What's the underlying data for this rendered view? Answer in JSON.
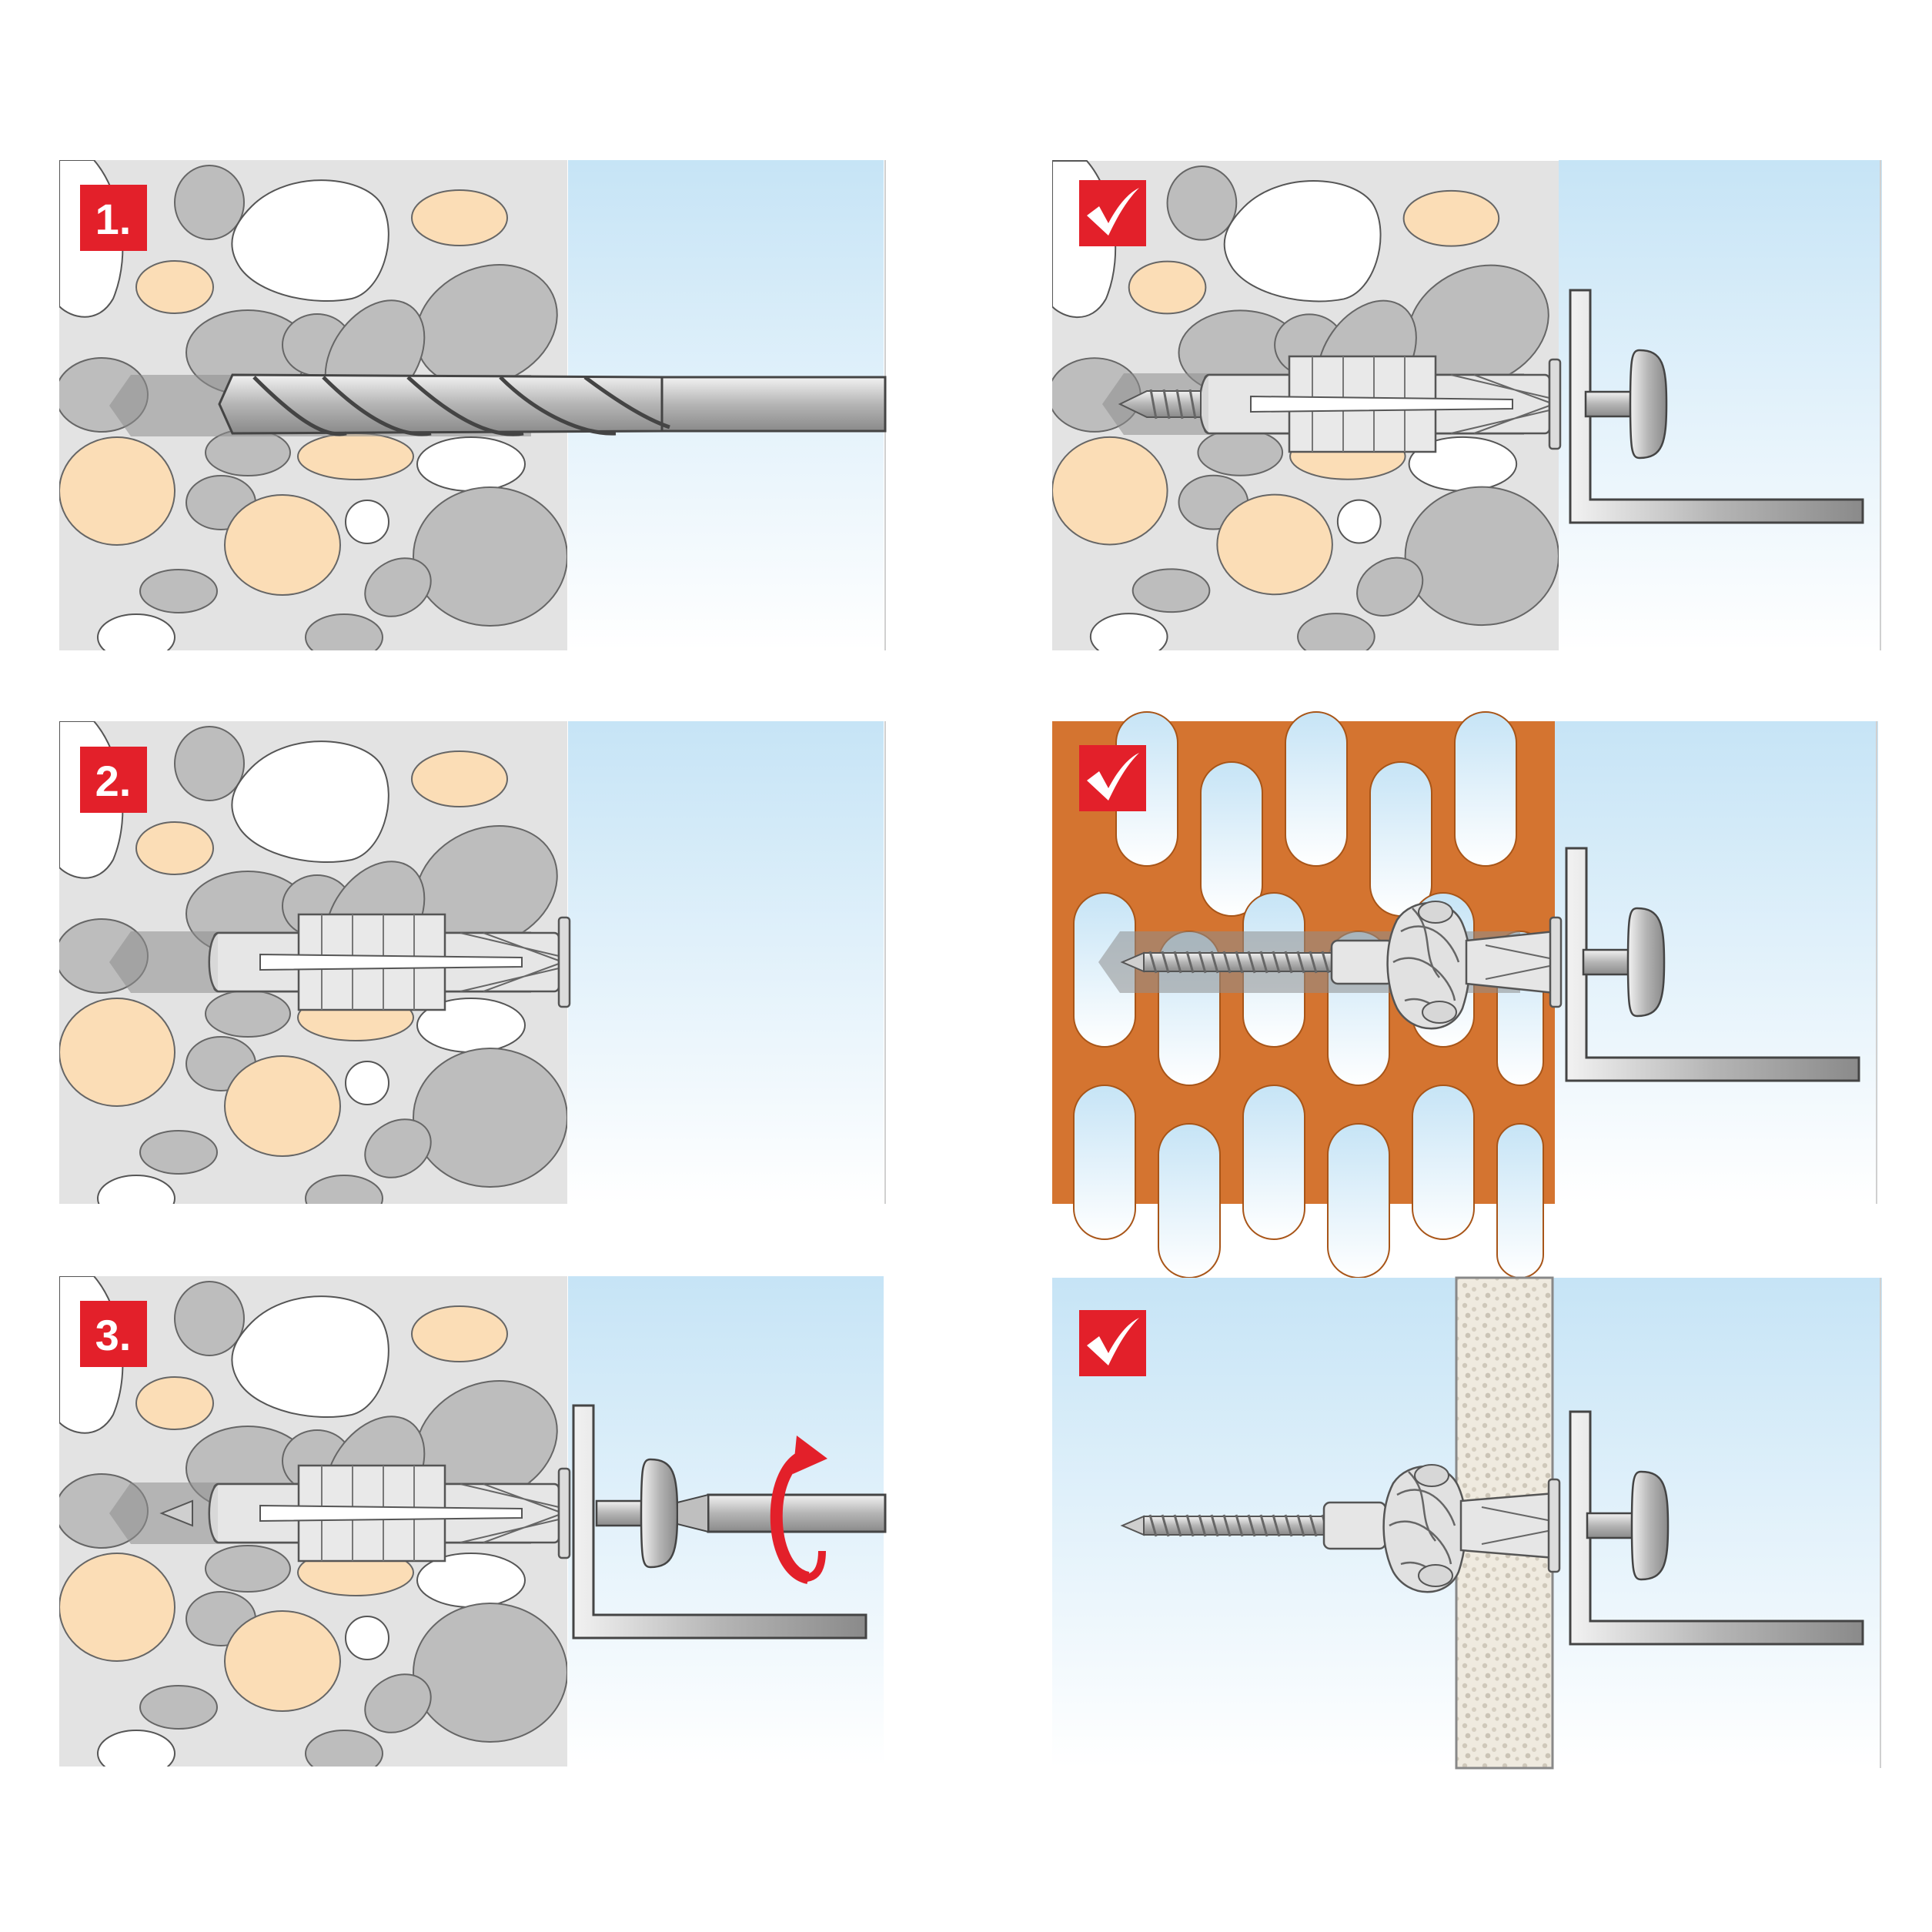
{
  "colors": {
    "badge_red": "#e3202a",
    "concrete": "#e3e3e3",
    "stone_grey": "#bebebe",
    "stone_tan": "#fbddb6",
    "stone_white": "#ffffff",
    "sky_top": "#c9e6f7",
    "sky_bottom": "#ffffff",
    "brick_orange": "#d47430",
    "metal": "#cfcfcf",
    "outline": "#4a4a4a"
  },
  "steps": [
    {
      "badge": "1.",
      "action": "drill"
    },
    {
      "badge": "2.",
      "action": "insert-plug"
    },
    {
      "badge": "3.",
      "action": "drive-screw"
    }
  ],
  "results": [
    {
      "badge_icon": "checkmark-icon",
      "material": "solid-stone"
    },
    {
      "badge_icon": "checkmark-icon",
      "material": "perforated-brick"
    },
    {
      "badge_icon": "checkmark-icon",
      "material": "hollow-board"
    }
  ]
}
